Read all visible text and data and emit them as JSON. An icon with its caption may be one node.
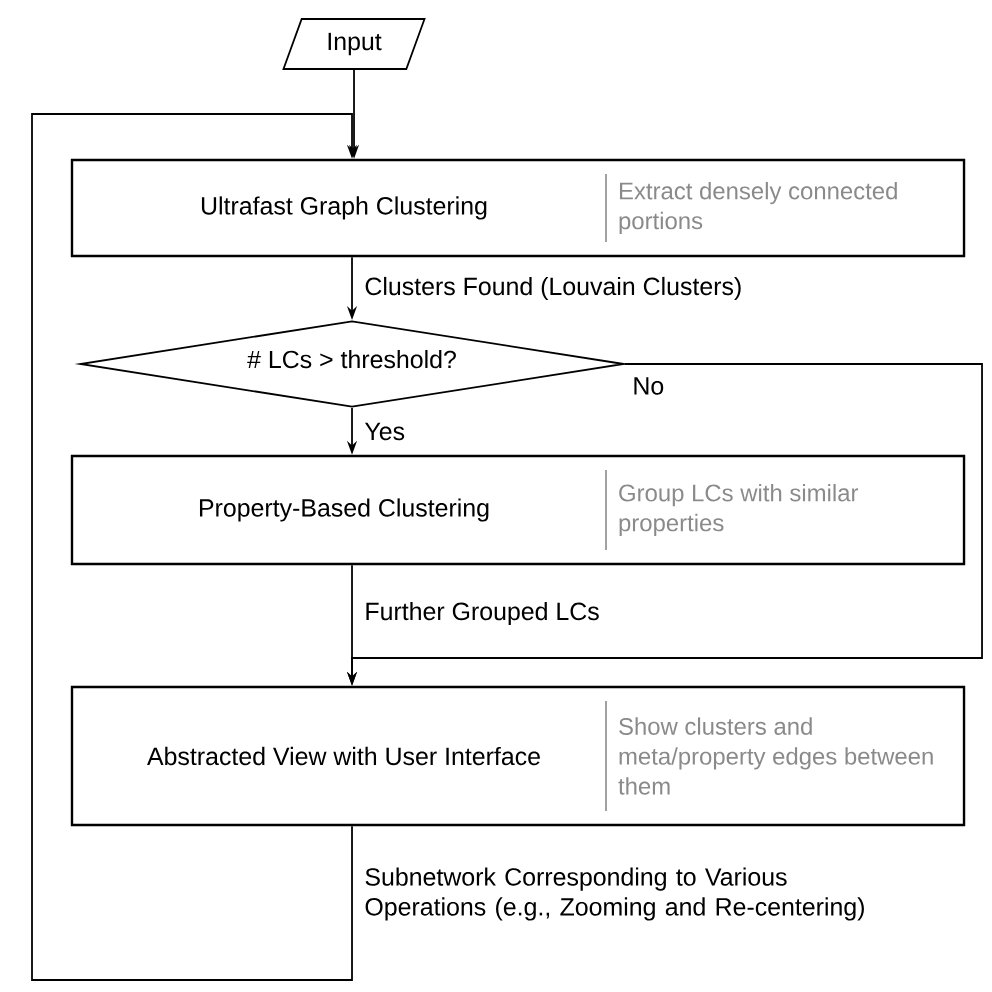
{
  "diagram": {
    "nodes": [
      {
        "text": [
          "Input"
        ]
      },
      {
        "text": [
          "Ultrafast Graph Clustering",
          "Extract densely connected portions"
        ]
      },
      {
        "text": [
          "# LCs > threshold?"
        ]
      },
      {
        "text": [
          "Property-Based Clustering",
          "Group LCs with similar properties"
        ]
      },
      {
        "text": [
          "Abstracted View with User Interface",
          "Show clusters and meta/property edges between them"
        ]
      }
    ],
    "edges": [
      {
        "from": 0,
        "to": 1,
        "arrow": "to"
      },
      {
        "from": 1,
        "to": 2,
        "arrow": "to",
        "label": "Clusters Found (Louvain Clusters)"
      },
      {
        "from": 2,
        "to": 3,
        "arrow": "to",
        "label": "Yes"
      },
      {
        "from": 2,
        "to": 4,
        "arrow": "to",
        "label": "No"
      },
      {
        "from": 3,
        "to": 4,
        "arrow": "to",
        "label": "Further Grouped LCs"
      },
      {
        "from": 4,
        "to": 1,
        "arrow": "to",
        "label": "Subnetwork Corresponding to Various Operations (e.g., Zooming and Re-centering)"
      }
    ]
  }
}
